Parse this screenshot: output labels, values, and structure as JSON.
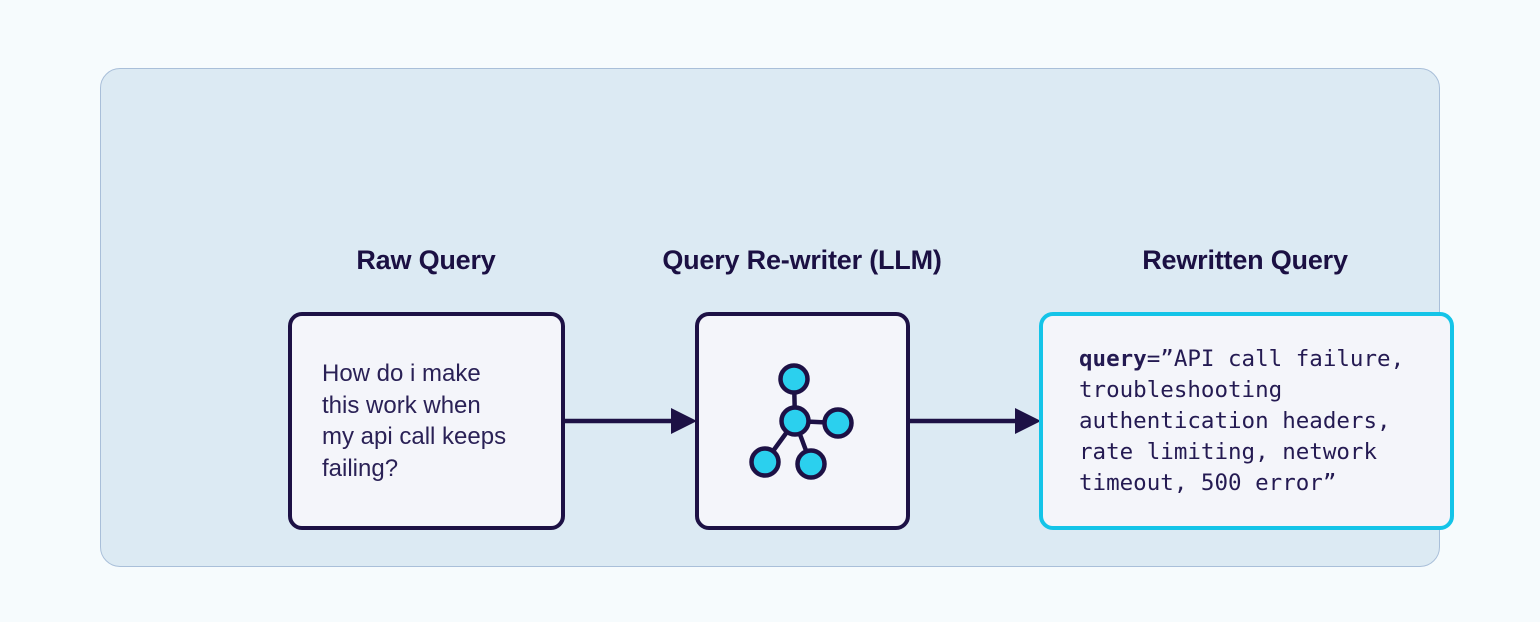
{
  "diagram": {
    "columns": {
      "raw_query_title": "Raw Query",
      "rewriter_title": "Query Re-writer (LLM)",
      "rewritten_title": "Rewritten Query"
    },
    "raw_query_lines": [
      "How do i make",
      "this work when",
      "my api call keeps",
      "failing?"
    ],
    "rewriter_icon": "network-graph-icon",
    "code": {
      "keyword": "query",
      "line1_rest": "=”API call failure,",
      "line2": "troubleshooting",
      "line3": "authentication headers,",
      "line4": "rate limiting, network",
      "line5": "timeout, 500 error”"
    },
    "colors": {
      "page_bg": "#f6fbfd",
      "panel_bg": "#dceaf3",
      "panel_border": "#a9bfd9",
      "box_bg": "#f4f5fa",
      "navy": "#1d1145",
      "cyan_border": "#14c4e8",
      "cyan_node": "#2bd0ee",
      "title_text": "#1b1043",
      "body_text": "#2a2156",
      "code_text": "#241a52"
    }
  }
}
